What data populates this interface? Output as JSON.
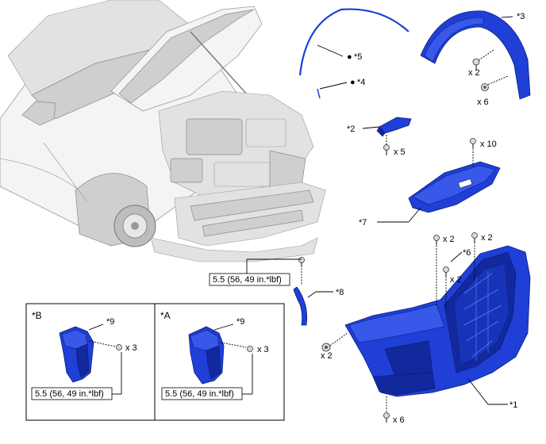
{
  "callouts": {
    "c1": "*1",
    "c2": "*2",
    "c3": "*3",
    "c4": "*4",
    "c5": "*5",
    "c6": "*6",
    "c7": "*7",
    "c8": "*8",
    "c9a": "*9",
    "c9b": "*9"
  },
  "dots": {
    "d4": "●",
    "d5": "●"
  },
  "quantities": {
    "q_x2_fender_screw": "x 2",
    "q_x6_fender_clip": "x 6",
    "q_x5": "x 5",
    "q_x10": "x 10",
    "q_x2_top_left": "x 2",
    "q_x2_top_right": "x 2",
    "q_x2_mid": "x 2",
    "q_x2_left_side": "x 2",
    "q_x6_bottom": "x 6",
    "q_x3_b": "x 3",
    "q_x3_a": "x 3"
  },
  "torques": {
    "t_main": "5.5 (56, 49 in.*lbf)",
    "t_b": "5.5 (56, 49 in.*lbf)",
    "t_a": "5.5 (56, 49 in.*lbf)"
  },
  "panels": {
    "panel_b": "*B",
    "panel_a": "*A"
  },
  "colors": {
    "part_blue": "#1f3fd6",
    "outline": "#000000"
  }
}
